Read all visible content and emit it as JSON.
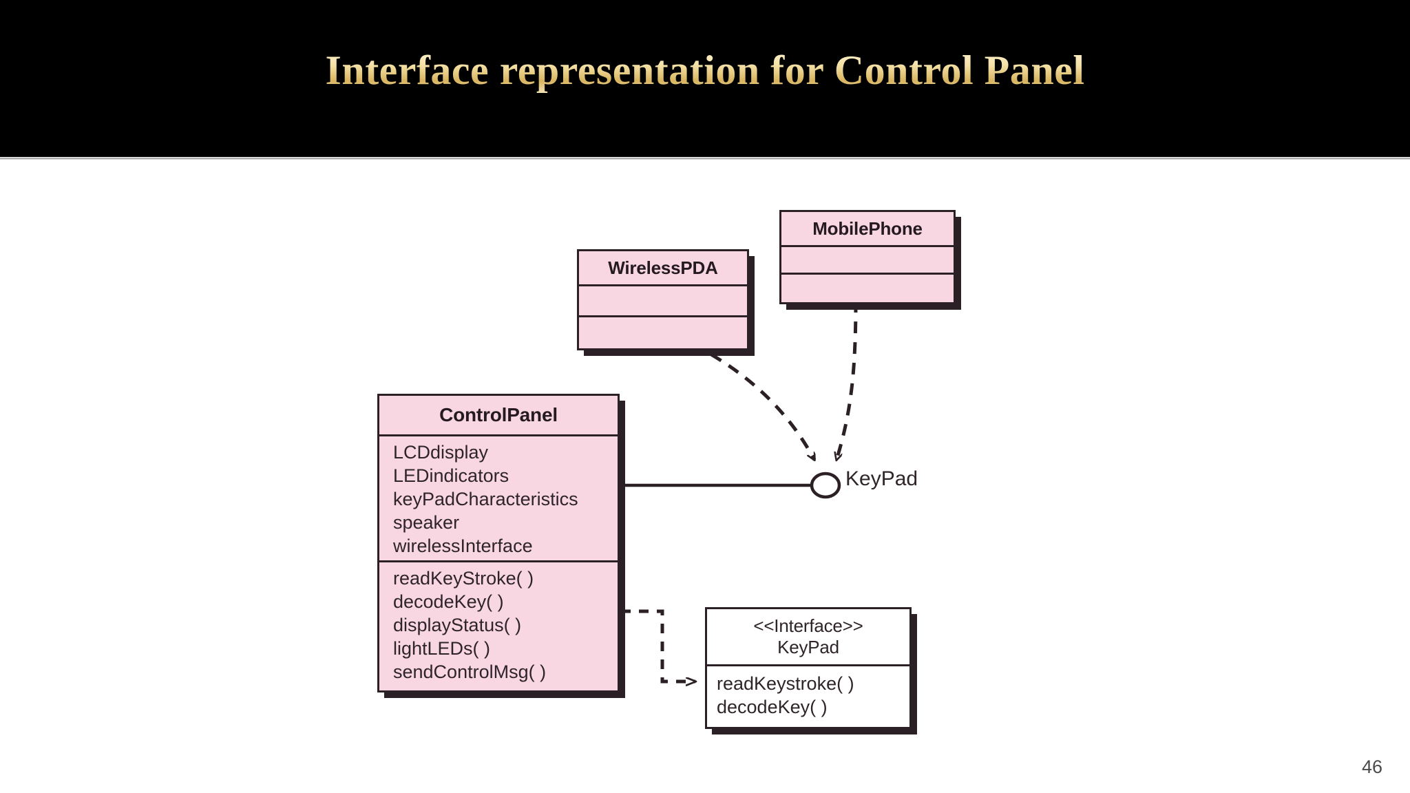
{
  "slide": {
    "title": "Interface representation for Control Panel",
    "page_number": "46",
    "title_color": "#f0dca2",
    "band_color": "#000000",
    "class_fill_color": "#f8d7e3",
    "interface_fill_color": "#ffffff",
    "line_color": "#2b2025"
  },
  "diagram": {
    "type": "uml-class-diagram",
    "classes": [
      {
        "id": "control-panel",
        "name": "ControlPanel",
        "fill": "#f8d7e3",
        "attributes": [
          "LCDdisplay",
          "LEDindicators",
          "keyPadCharacteristics",
          "speaker",
          "wirelessInterface"
        ],
        "operations": [
          "readKeyStroke( )",
          "decodeKey( )",
          "displayStatus( )",
          "lightLEDs( )",
          "sendControlMsg( )"
        ]
      },
      {
        "id": "wireless-pda",
        "name": "WirelessPDA",
        "fill": "#f8d7e3",
        "attributes": [],
        "operations": []
      },
      {
        "id": "mobile-phone",
        "name": "MobilePhone",
        "fill": "#f8d7e3",
        "attributes": [],
        "operations": []
      }
    ],
    "interfaces": [
      {
        "id": "keypad-interface",
        "stereotype": "<<Interface>>",
        "name": "KeyPad",
        "fill": "#ffffff",
        "operations": [
          "readKeystroke( )",
          "decodeKey( )"
        ]
      }
    ],
    "lollipop": {
      "label": "KeyPad",
      "provider": "ControlPanel"
    },
    "connectors": [
      {
        "name": "controlpanel-provides-keypad",
        "from": "ControlPanel",
        "to": "KeyPad lollipop",
        "style": "solid",
        "arrow": "none"
      },
      {
        "name": "wirelesspda-uses-keypad",
        "from": "WirelessPDA",
        "to": "KeyPad lollipop",
        "style": "dashed",
        "arrow": "open"
      },
      {
        "name": "mobilephone-uses-keypad",
        "from": "MobilePhone",
        "to": "KeyPad lollipop",
        "style": "dashed",
        "arrow": "open"
      },
      {
        "name": "controlpanel-realizes-keypad-interface",
        "from": "ControlPanel",
        "to": "KeyPad interface",
        "style": "dashed",
        "arrow": "open"
      }
    ]
  }
}
